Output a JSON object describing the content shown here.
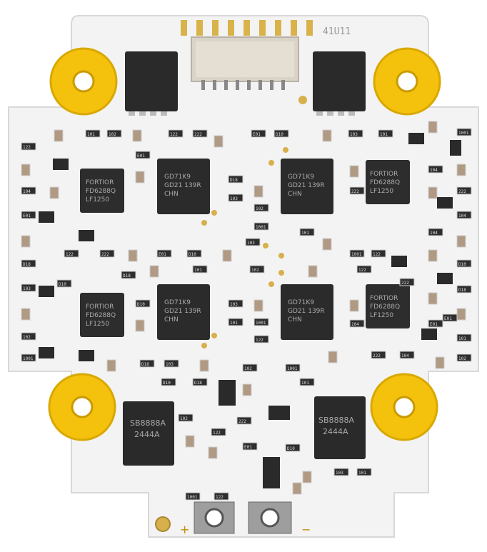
{
  "board": {
    "silkscreen_id": "41U11",
    "terminal_plus": "+",
    "terminal_minus": "−"
  },
  "mosfets": [
    {
      "line1": "",
      "line2": ""
    },
    {
      "line1": "",
      "line2": ""
    },
    {
      "line1": "SB8888A",
      "line2": "2444A"
    },
    {
      "line1": "SB8888A",
      "line2": "2444A"
    }
  ],
  "drivers": [
    {
      "line1": "FORTIOR",
      "line2": "FD6288Q",
      "line3": "LF1250"
    },
    {
      "line1": "FORTIOR",
      "line2": "FD6288Q",
      "line3": "LF1250"
    },
    {
      "line1": "FORTIOR",
      "line2": "FD6288Q",
      "line3": "LF1250"
    },
    {
      "line1": "FORTIOR",
      "line2": "FD6288Q",
      "line3": "LF1250"
    }
  ],
  "mcus": [
    {
      "line1": "GD71K9",
      "line2": "GD21 139R",
      "line3": "CHN"
    },
    {
      "line1": "GD71K9",
      "line2": "GD21 139R",
      "line3": "CHN"
    },
    {
      "line1": "GD71K9",
      "line2": "GD21 139R",
      "line3": "CHN"
    },
    {
      "line1": "GD71K9",
      "line2": "GD21 139R",
      "line3": "CHN"
    }
  ],
  "resistor_codes": [
    "103",
    "101",
    "102",
    "1001",
    "122",
    "222",
    "104",
    "E01",
    "D10",
    "D18"
  ]
}
